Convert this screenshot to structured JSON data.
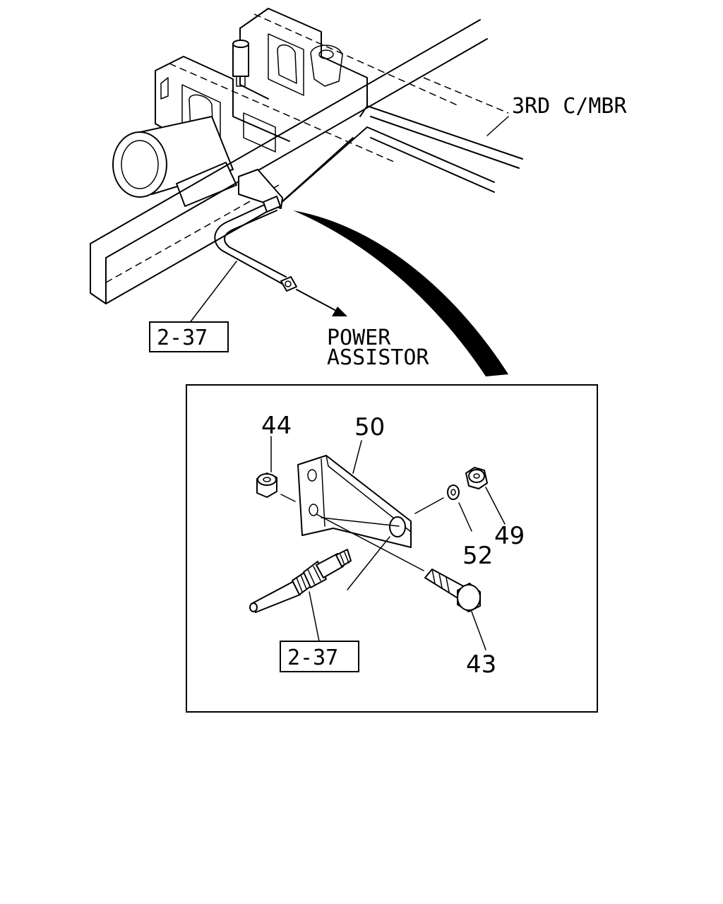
{
  "diagram": {
    "labels": {
      "third_crossmember": "3RD C/MBR",
      "power_assistor_line1": "POWER",
      "power_assistor_line2": "ASSISTOR",
      "ref_pipe_top": "2-37",
      "ref_pipe_detail": "2-37"
    },
    "parts": {
      "p44": "44",
      "p50": "50",
      "p52": "52",
      "p49": "49",
      "p43": "43"
    }
  }
}
